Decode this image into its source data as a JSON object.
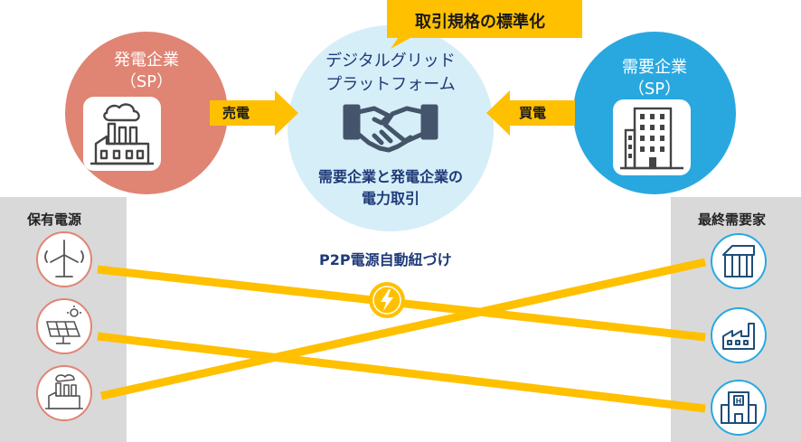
{
  "header_badge": "取引規格の標準化",
  "center": {
    "title_line1": "デジタルグリッド",
    "title_line2": "プラットフォーム",
    "caption_line1": "需要企業と発電企業の",
    "caption_line2": "電力取引",
    "icon": "handshake-icon"
  },
  "left_company": {
    "line1": "発電企業",
    "line2": "（SP）",
    "icon": "factory-icon",
    "color": "#e08474"
  },
  "right_company": {
    "line1": "需要企業",
    "line2": "（SP）",
    "icon": "building-icon",
    "color": "#29a8e0"
  },
  "sell_label": "売電",
  "buy_label": "買電",
  "left_panel": {
    "title": "保有電源",
    "icons": [
      "wind-turbine-icon",
      "solar-panel-icon",
      "power-plant-icon"
    ]
  },
  "right_panel": {
    "title": "最終需要家",
    "icons": [
      "store-icon",
      "factory-icon",
      "hospital-icon"
    ]
  },
  "p2p_label": "P2P電源自動紐づけ",
  "colors": {
    "accent": "#ffc000",
    "center_fill": "#d6eef8",
    "panel": "#d9d9d9",
    "navy": "#1f3a78"
  }
}
